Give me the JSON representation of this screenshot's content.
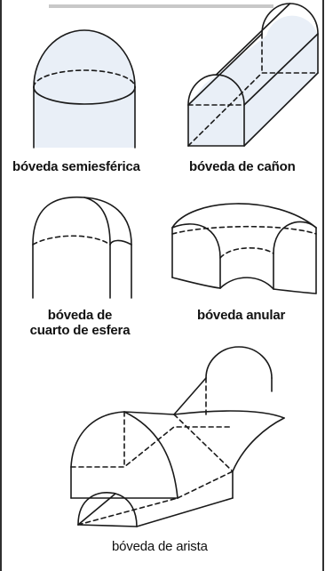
{
  "labels": {
    "semiesferica": "bóveda semiesférica",
    "canon": "bóveda de cañon",
    "cuarto_line1": "bóveda de",
    "cuarto_line2": "cuarto de esfera",
    "anular": "bóveda anular",
    "arista": "bóveda de arista"
  },
  "colors": {
    "line": "#1a1a1a",
    "shade": "#e9eff7",
    "border": "#2f2f2f",
    "rule": "#c8c8c8"
  }
}
